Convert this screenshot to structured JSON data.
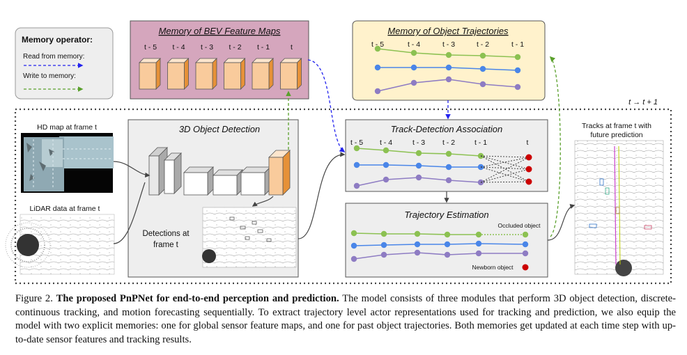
{
  "legend": {
    "title": "Memory operator:",
    "read_label": "Read from memory:",
    "write_label": "Write to memory:"
  },
  "bev_memory": {
    "title": "Memory of BEV Feature Maps",
    "time_labels": [
      "t - 5",
      "t - 4",
      "t - 3",
      "t - 2",
      "t - 1",
      "t"
    ]
  },
  "traj_memory": {
    "title": "Memory of Object Trajectories",
    "time_labels": [
      "t - 5",
      "t - 4",
      "t - 3",
      "t - 2",
      "t - 1"
    ]
  },
  "time_step_label": "t → t + 1",
  "hd_map_label": "HD map at frame t",
  "lidar_label": "LiDAR data at frame t",
  "detection": {
    "title": "3D Object Detection",
    "detections_label_1": "Detections at",
    "detections_label_2": "frame t"
  },
  "association": {
    "title": "Track-Detection Association",
    "time_labels": [
      "t - 5",
      "t - 4",
      "t - 3",
      "t - 2",
      "t - 1",
      "t"
    ]
  },
  "trajectory_estimation": {
    "title": "Trajectory Estimation",
    "occluded_label": "Occluded object",
    "newborn_label": "Newborn object"
  },
  "tracks": {
    "label_1": "Tracks at frame t with",
    "label_2": "future prediction"
  },
  "caption": {
    "figure_label": "Figure 2.",
    "bold_text": "The proposed PnPNet for end-to-end perception and prediction.",
    "body_text": "The model consists of three modules that perform 3D object detection, discrete-continuous tracking, and motion forecasting sequentially. To extract trajectory level actor representations used for tracking and prediction, we also equip the model with two explicit memories: one for global sensor feature maps, and one for past object trajectories. Both memories get updated at each time step with up-to-date sensor features and tracking results."
  },
  "colors": {
    "green": "#8cc152",
    "blue": "#4a86e8",
    "purple": "#8e7cc3",
    "red": "#cc0000",
    "bev_bg": "#d5a6bd",
    "traj_bg": "#fff2cc",
    "cube_orange": "#f9cb9c",
    "read_arrow": "#2222ee",
    "write_arrow": "#5aa02c"
  }
}
